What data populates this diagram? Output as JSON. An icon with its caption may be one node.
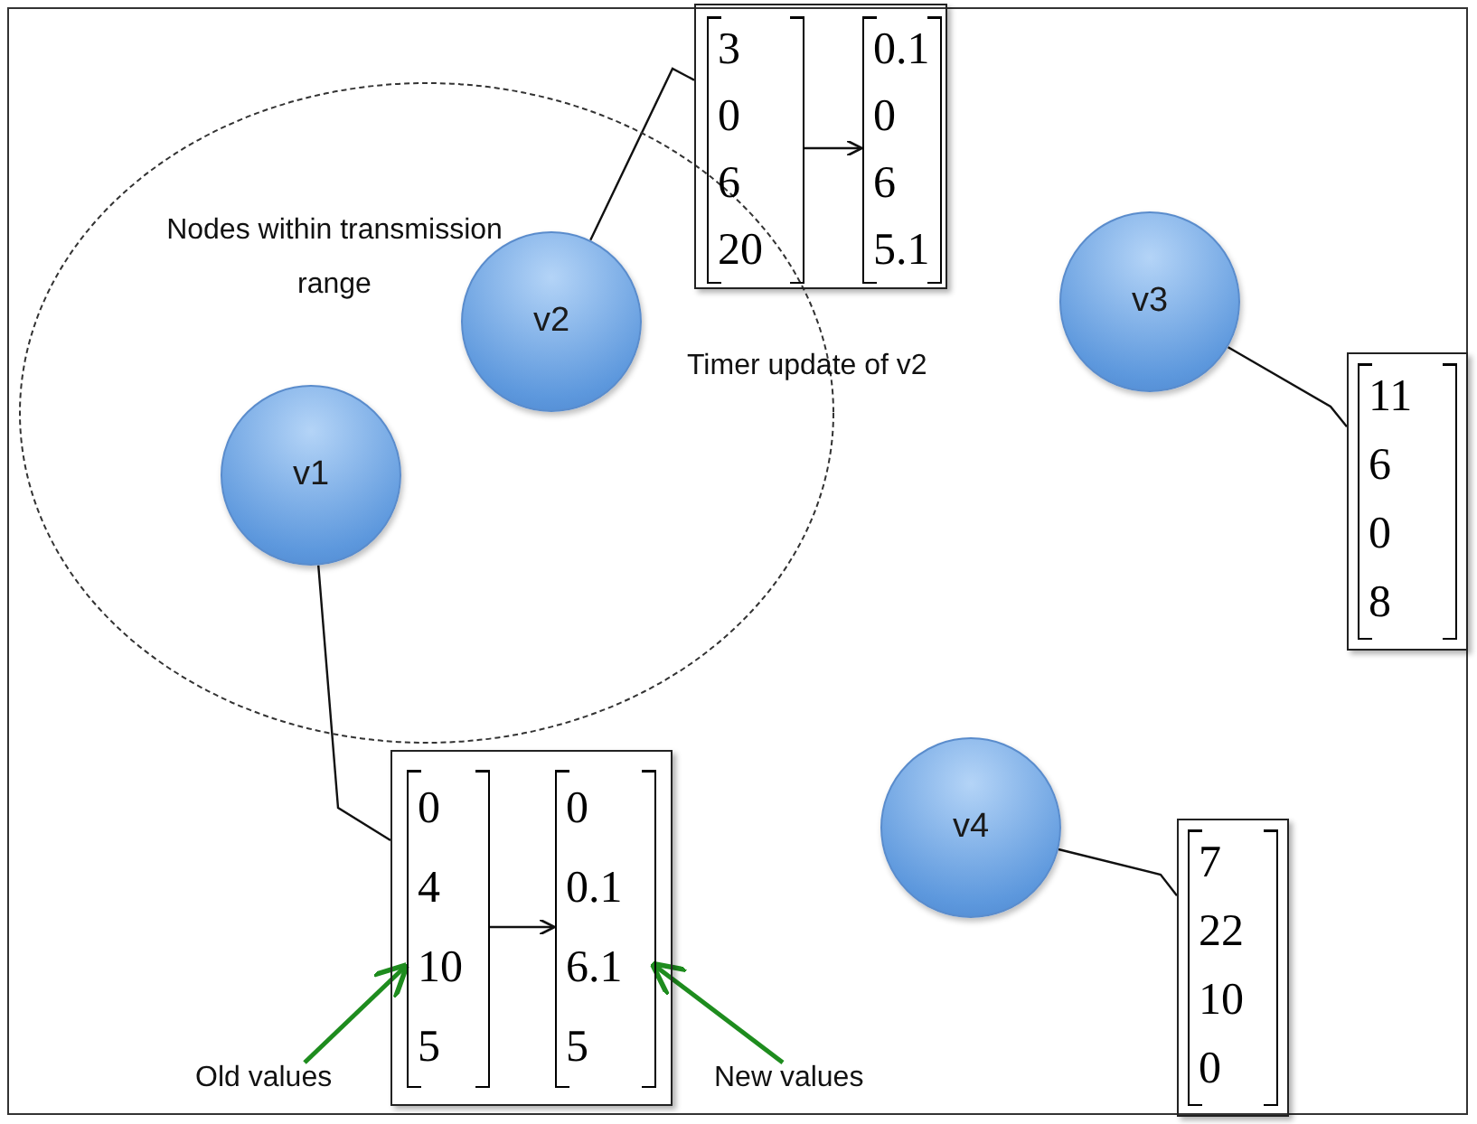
{
  "diagram": {
    "nodes": [
      {
        "text": [
          "Nodes within transmission range"
        ]
      },
      {
        "text": [
          "v1"
        ],
        "in": 0
      },
      {
        "text": [
          "v2"
        ],
        "in": 0
      },
      {
        "text": [
          "v3"
        ]
      },
      {
        "text": [
          "v4"
        ]
      },
      {
        "text": [],
        "shape": "box",
        "beside": [
          "Timer update of v2"
        ]
      },
      {
        "text": [
          "3 0 6 20"
        ],
        "in": 5
      },
      {
        "text": [
          "0.1 0 6 5.1"
        ],
        "in": 5
      },
      {
        "text": [],
        "shape": "box"
      },
      {
        "text": [
          "0 4 10 5"
        ],
        "in": 8
      },
      {
        "text": [
          "0 0.1 6.1 5"
        ],
        "in": 8
      },
      {
        "text": [
          "11 6 0 8"
        ]
      },
      {
        "text": [
          "7 22 10 0"
        ]
      },
      {
        "text": [
          "Old values"
        ]
      },
      {
        "text": [
          "New values"
        ]
      }
    ],
    "edges": [
      {
        "from": 2,
        "to": 5,
        "arrow": "none"
      },
      {
        "from": 6,
        "to": 7,
        "arrow": "to"
      },
      {
        "from": 1,
        "to": 8,
        "arrow": "none"
      },
      {
        "from": 3,
        "to": 11,
        "arrow": "none"
      },
      {
        "from": 4,
        "to": 12,
        "arrow": "none"
      },
      {
        "from": 9,
        "to": 10,
        "arrow": "to"
      },
      {
        "from": 13,
        "to": 9,
        "arrow": "to",
        "color": "#1e8c1e"
      },
      {
        "from": 14,
        "to": 10,
        "arrow": "to",
        "color": "#1e8c1e"
      }
    ]
  }
}
